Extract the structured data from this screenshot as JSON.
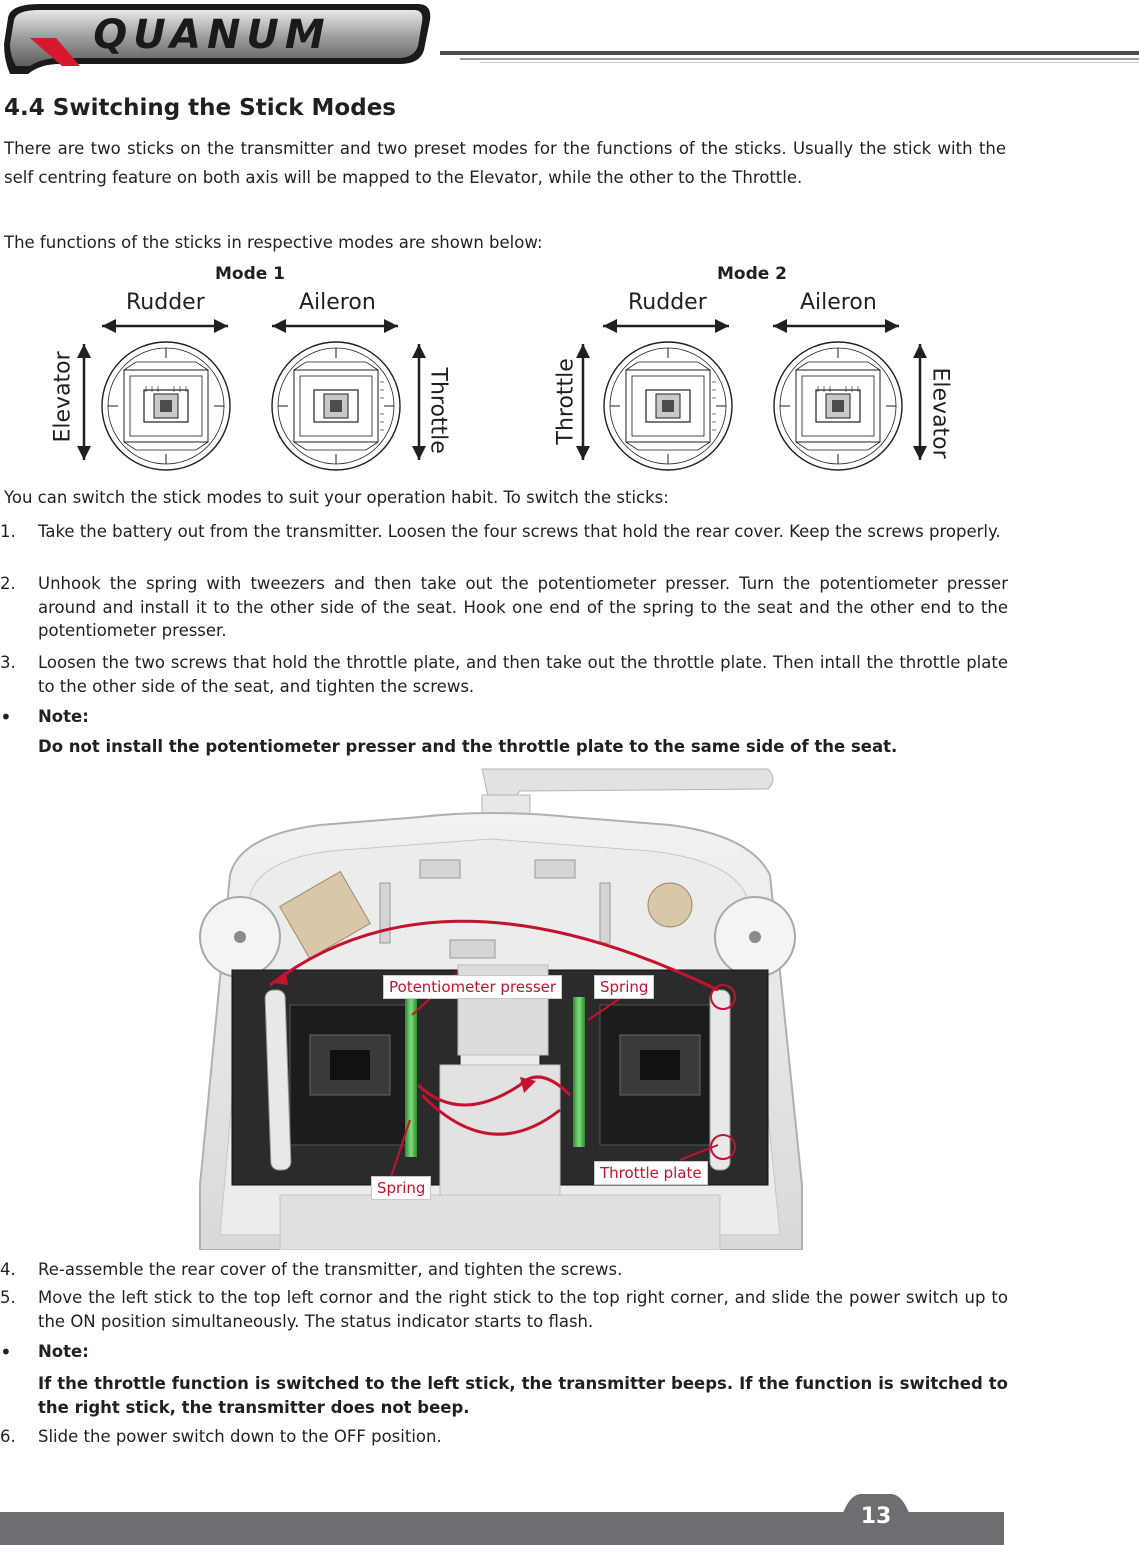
{
  "header": {
    "brand_logo_text": "QUANUM"
  },
  "section": {
    "title": "4.4 Switching the Stick Modes",
    "intro_1": "There are two sticks on the transmitter and two preset modes for the functions of the sticks. Usually the stick with the self centring feature on both axis will be mapped to the Elevator, while the other to the Throttle.",
    "intro_2": "The functions of the sticks in respective modes are shown below:"
  },
  "modes": [
    {
      "title": "Mode 1",
      "top_left": "Rudder",
      "top_right": "Aileron",
      "left_side": "Elevator",
      "right_side": "Throttle"
    },
    {
      "title": "Mode 2",
      "top_left": "Rudder",
      "top_right": "Aileron",
      "left_side": "Throttle",
      "right_side": "Elevator"
    }
  ],
  "lead_in": "You can switch the stick modes to suit your operation habit. To switch the sticks:",
  "steps_a": [
    {
      "num": "1.",
      "text": "Take the battery out from the transmitter. Loosen the four screws that hold the rear cover. Keep the screws properly."
    },
    {
      "num": "2.",
      "text": "Unhook the spring with tweezers and then take out the potentiometer presser. Turn the potentiometer presser around and install it to the other side of the seat. Hook one end of the spring to the seat and the other end to the potentiometer presser."
    },
    {
      "num": "3.",
      "text": "Loosen the two screws that hold the throttle plate, and then take out the throttle plate. Then intall the throttle plate to the other side of the seat, and tighten the screws."
    }
  ],
  "note_1": {
    "bullet": "•",
    "label": "Note:",
    "text": "Do not install the potentiometer presser and the throttle plate to the same side of the seat."
  },
  "callouts": {
    "potentiometer_presser": "Potentiometer presser",
    "spring_top": "Spring",
    "spring_bottom": "Spring",
    "throttle_plate": "Throttle plate"
  },
  "steps_b": [
    {
      "num": "4.",
      "text": "Re-assemble the rear cover of the transmitter, and tighten the screws."
    },
    {
      "num": "5.",
      "text": "Move the left stick to the top left cornor and the right stick to the top right corner, and slide the power switch up to the ON position simultaneously. The status indicator starts to flash."
    }
  ],
  "note_2": {
    "bullet": "•",
    "label": "Note:",
    "text": "If the throttle function is switched to the left stick, the transmitter beeps. If the function is switched to the right stick, the transmitter does not beep."
  },
  "step_6": {
    "num": "6.",
    "text": "Slide the power switch down to the OFF position."
  },
  "footer": {
    "page_number": "13"
  },
  "colors": {
    "accent_red": "#c4122f",
    "footer_gray": "#6d6e71",
    "text": "#231f20"
  }
}
